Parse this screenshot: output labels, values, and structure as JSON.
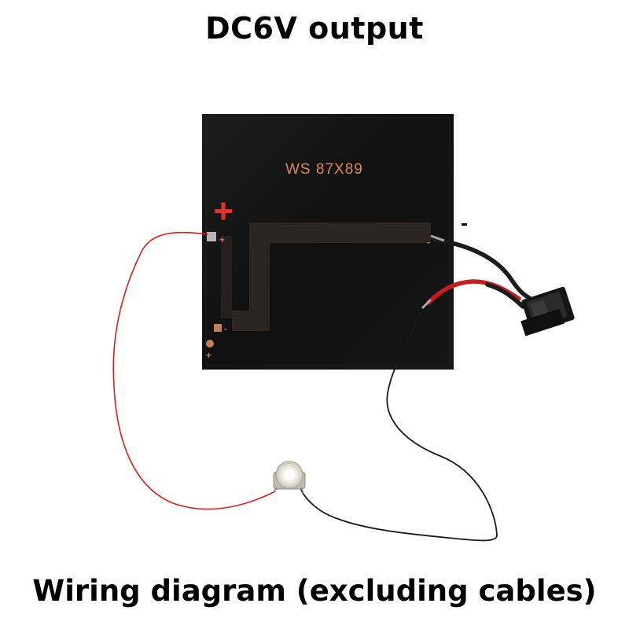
{
  "header": {
    "title": "DC6V output"
  },
  "panel": {
    "model_text": "WS 87X89",
    "plus_mark": "+",
    "minus_mark": "-"
  },
  "annotations": {
    "positive_symbol": "+",
    "negative_symbol": "-"
  },
  "footer": {
    "caption": "Wiring diagram (excluding cables)"
  },
  "icons": [
    "solar-panel-icon",
    "rocker-switch-icon",
    "led-bulb-icon"
  ],
  "colors": {
    "panel": "#121212",
    "positive_wire": "#d62020",
    "negative_wire": "#1a1a1a",
    "panel_lettering": "#d98a5a",
    "positive_marker": "#e8302a"
  }
}
